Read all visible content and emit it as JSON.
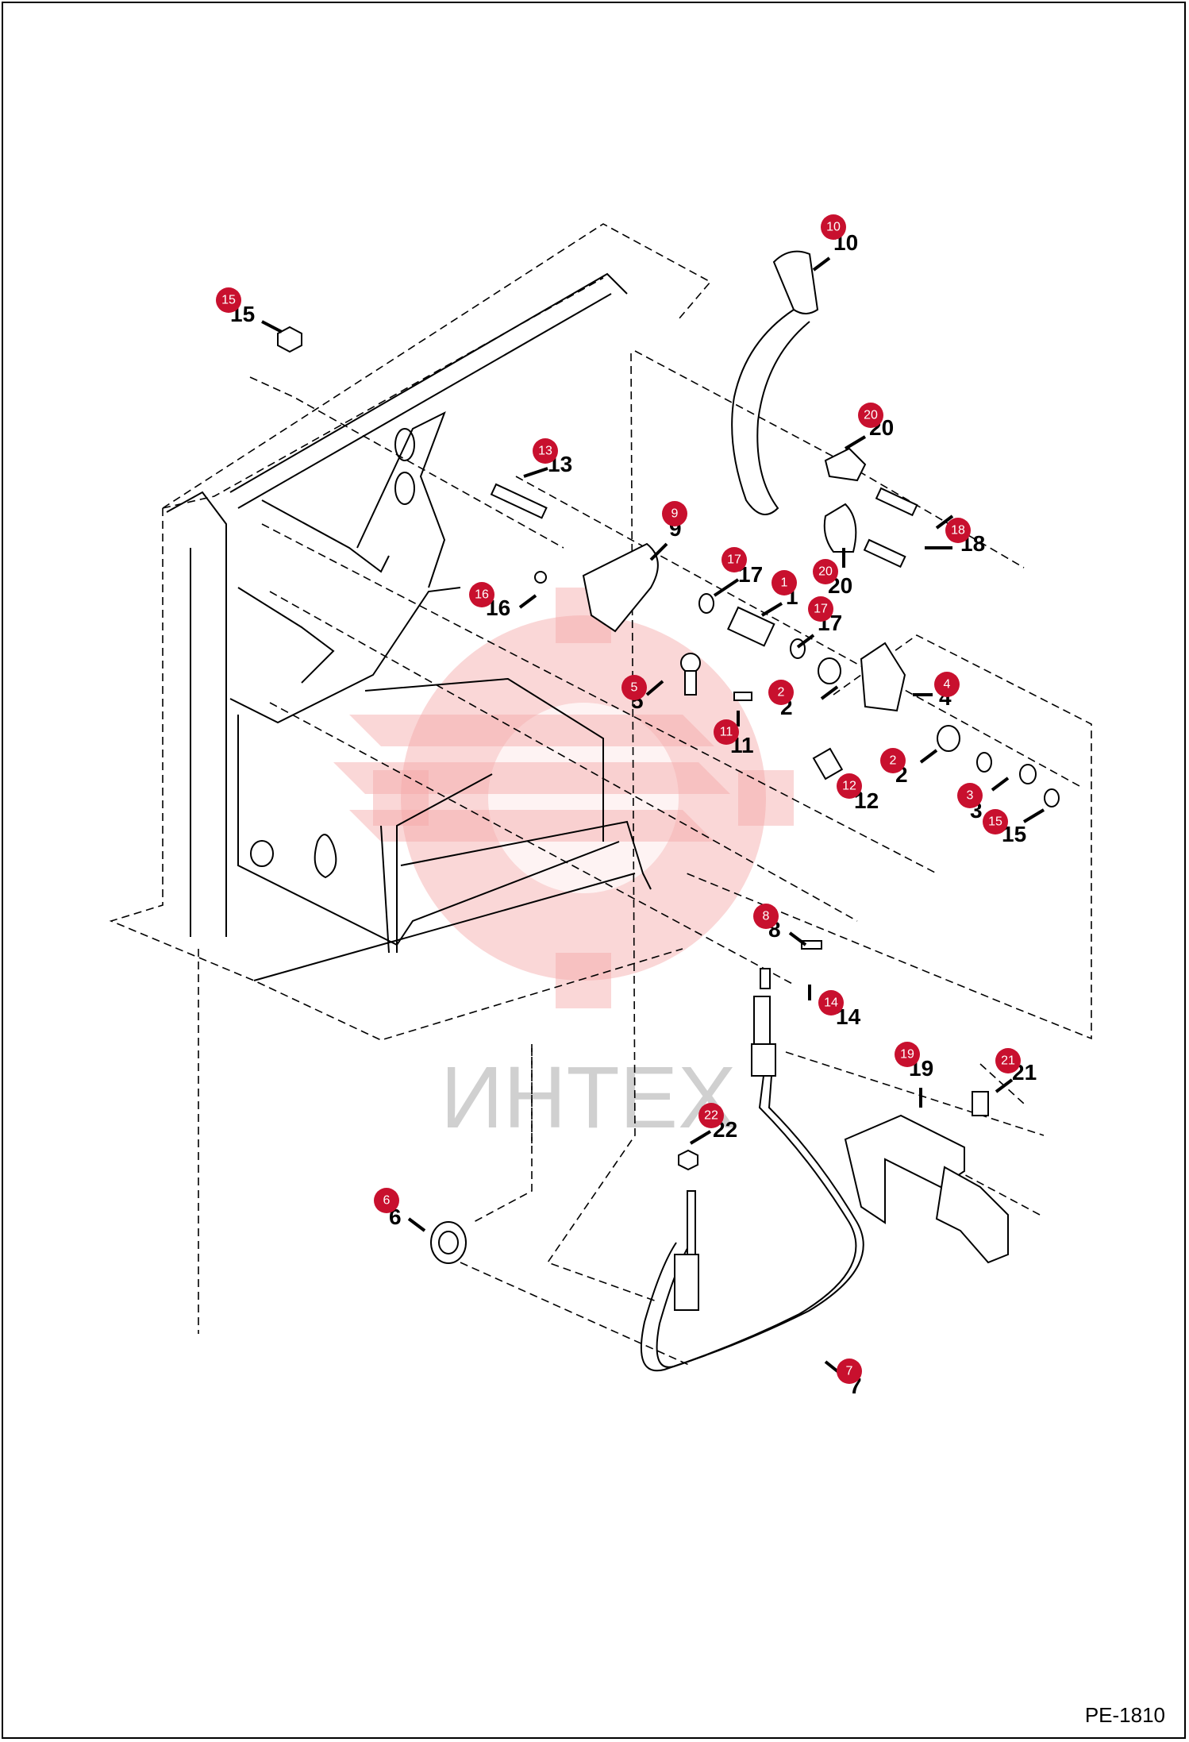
{
  "watermark": "ИНТЕХ",
  "drawing_code": "PE-1810",
  "callouts": [
    {
      "id": "c10a",
      "num": "10",
      "label": "10"
    },
    {
      "id": "c15a",
      "num": "15",
      "label": "15"
    },
    {
      "id": "c20a",
      "num": "20",
      "label": "20"
    },
    {
      "id": "c13",
      "num": "13",
      "label": "13"
    },
    {
      "id": "c9",
      "num": "9",
      "label": "9"
    },
    {
      "id": "c18",
      "num": "18",
      "label": "18"
    },
    {
      "id": "c17a",
      "num": "17",
      "label": "17"
    },
    {
      "id": "c20b",
      "num": "20",
      "label": "20"
    },
    {
      "id": "c1",
      "num": "1",
      "label": "1"
    },
    {
      "id": "c17b",
      "num": "17",
      "label": "17"
    },
    {
      "id": "c16",
      "num": "16",
      "label": "16"
    },
    {
      "id": "c5",
      "num": "5",
      "label": "5"
    },
    {
      "id": "c2a",
      "num": "2",
      "label": "2"
    },
    {
      "id": "c4",
      "num": "4",
      "label": "4"
    },
    {
      "id": "c11",
      "num": "11",
      "label": "11"
    },
    {
      "id": "c2b",
      "num": "2",
      "label": "2"
    },
    {
      "id": "c12",
      "num": "12",
      "label": "12"
    },
    {
      "id": "c3",
      "num": "3",
      "label": "3"
    },
    {
      "id": "c15b",
      "num": "15",
      "label": "15"
    },
    {
      "id": "c8",
      "num": "8",
      "label": "8"
    },
    {
      "id": "c14",
      "num": "14",
      "label": "14"
    },
    {
      "id": "c19",
      "num": "19",
      "label": "19"
    },
    {
      "id": "c21",
      "num": "21",
      "label": "21"
    },
    {
      "id": "c22",
      "num": "22",
      "label": "22"
    },
    {
      "id": "c6",
      "num": "6",
      "label": "6"
    },
    {
      "id": "c7",
      "num": "7",
      "label": "7"
    }
  ]
}
